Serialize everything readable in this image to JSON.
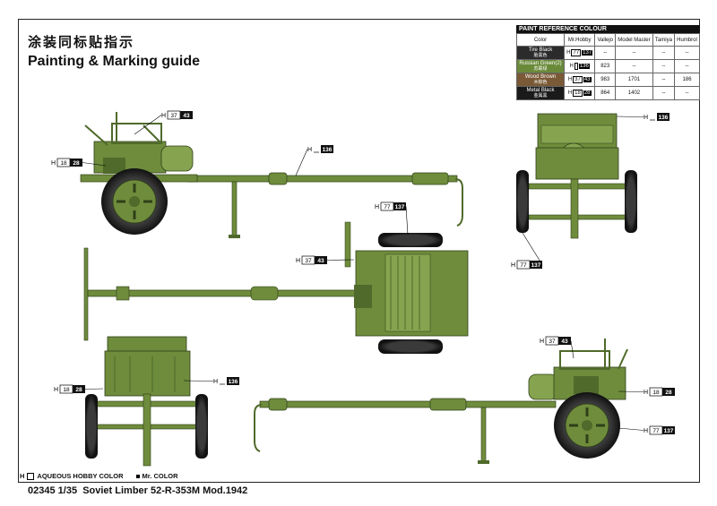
{
  "header": {
    "title_cn": "涂装同标贴指示",
    "title_en": "Painting & Marking guide"
  },
  "paint_reference": {
    "title": "PAINT REFERENCE COLOUR",
    "columns": [
      "Color",
      "Mr.Hobby",
      "Vallejo",
      "Model Master",
      "Tamiya",
      "Humbrol"
    ],
    "rows": [
      {
        "name": "Tire Black",
        "name_cn": "胎黑色",
        "swatch": "#2b2b2b",
        "mrhobby_prefix": "H",
        "mrhobby_h": "77",
        "mrhobby_c": "137",
        "vallejo": "--",
        "model_master": "--",
        "tamiya": "--",
        "humbrol": "--"
      },
      {
        "name": "Russian Green(2)",
        "name_cn": "苏联绿",
        "swatch": "#6a8a3a",
        "mrhobby_prefix": "H",
        "mrhobby_h": "",
        "mrhobby_c": "136",
        "vallejo": "823",
        "model_master": "--",
        "tamiya": "--",
        "humbrol": "--"
      },
      {
        "name": "Wood Brown",
        "name_cn": "木棕色",
        "swatch": "#7a5a36",
        "mrhobby_prefix": "H",
        "mrhobby_h": "37",
        "mrhobby_c": "43",
        "vallejo": "983",
        "model_master": "1701",
        "tamiya": "--",
        "humbrol": "186"
      },
      {
        "name": "Metal Black",
        "name_cn": "金属黑",
        "swatch": "#1a1a1a",
        "mrhobby_prefix": "H",
        "mrhobby_h": "18",
        "mrhobby_c": "28",
        "vallejo": "864",
        "model_master": "1402",
        "tamiya": "--",
        "humbrol": "--"
      }
    ]
  },
  "callouts": {
    "wood": {
      "p": "H",
      "h": "37",
      "c": "43"
    },
    "black": {
      "p": "H",
      "h": "18",
      "c": "28"
    },
    "green": {
      "p": "H",
      "h": "",
      "c": "136"
    },
    "tire": {
      "p": "H",
      "h": "77",
      "c": "137"
    }
  },
  "legend": {
    "aqueous_prefix": "H",
    "aqueous_label": "AQUEOUS HOBBY COLOR",
    "mr_label": "Mr. COLOR"
  },
  "product": {
    "code": "02345",
    "scale": "1/35",
    "name": "Soviet Limber 52-R-353M Mod.1942"
  },
  "colors": {
    "olive": "#6e8c3c",
    "olive_dark": "#4f6a2a",
    "olive_light": "#86a44f",
    "tire": "#2b2b2b",
    "wood": "#7a5a36"
  }
}
